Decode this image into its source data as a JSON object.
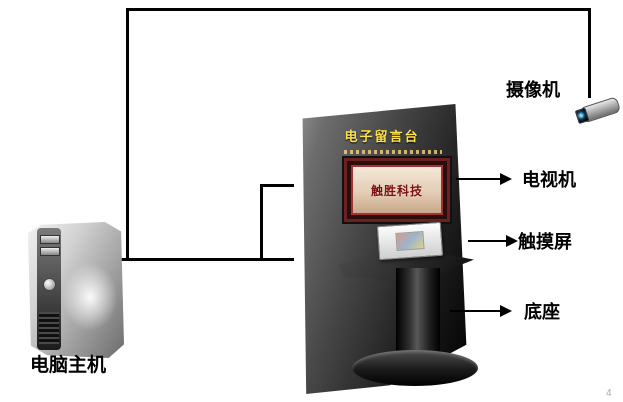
{
  "labels": {
    "camera": "摄像机",
    "tv": "电视机",
    "touchscreen": "触摸屏",
    "base": "底座",
    "pc": "电脑主机"
  },
  "kiosk": {
    "title": "电子留言台",
    "screen_brand": "触胜科技"
  },
  "watermark": "4",
  "colors": {
    "wire": "#000000",
    "kiosk_title_text": "#ffe24a",
    "screen_frame": "#6e1f1f",
    "screen_text": "#7d1010",
    "label_text": "#000000",
    "background": "#ffffff"
  }
}
